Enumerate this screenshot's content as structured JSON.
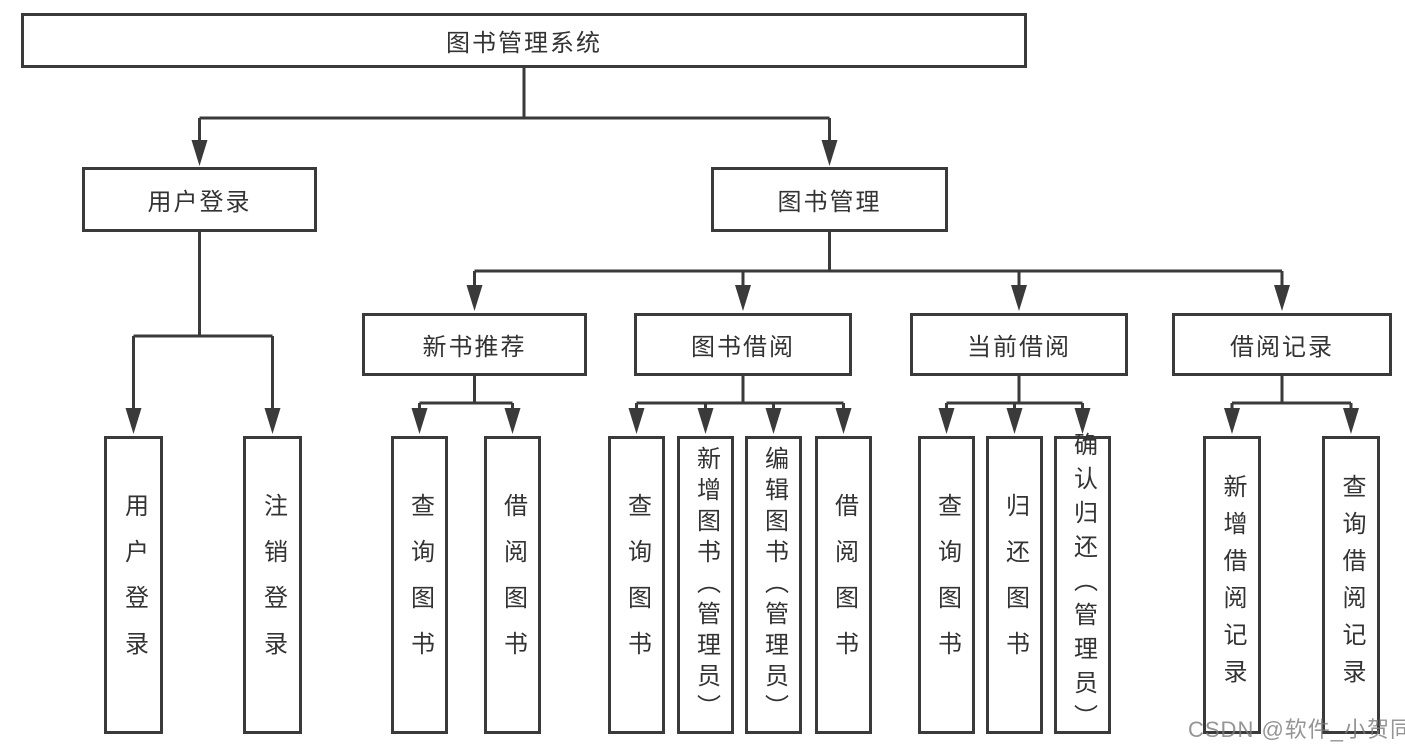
{
  "diagram": {
    "root": {
      "label": "图书管理系统"
    },
    "level2": [
      {
        "label": "用户登录"
      },
      {
        "label": "图书管理"
      }
    ],
    "level3": [
      {
        "label": "新书推荐"
      },
      {
        "label": "图书借阅"
      },
      {
        "label": "当前借阅"
      },
      {
        "label": "借阅记录"
      }
    ],
    "leaves": {
      "user_login": [
        "用户登录",
        "注销登录"
      ],
      "new_books": [
        "查询图书",
        "借阅图书"
      ],
      "book_borrow": [
        "查询图书",
        "新增图书（管理员）",
        "编辑图书（管理员）",
        "借阅图书"
      ],
      "current_borrow": [
        "查询图书",
        "归还图书",
        "确认归还（管理员）"
      ],
      "borrow_records": [
        "新增借阅记录",
        "查询借阅记录"
      ]
    },
    "watermark": "CSDN @软件_小贺同学",
    "colors": {
      "line": "#3a3a3a",
      "text": "#333333",
      "background": "#ffffff",
      "watermark": "#7a7a7a"
    }
  }
}
